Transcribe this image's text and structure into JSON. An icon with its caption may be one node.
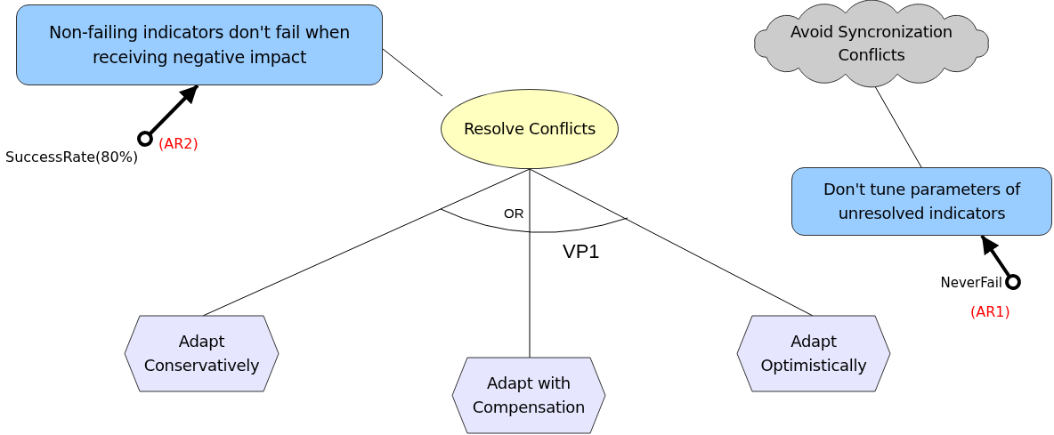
{
  "diagram": {
    "nodes": [
      {
        "text": [
          "Non-failing indicators don't fail when receiving negative impact"
        ]
      },
      {
        "text": [
          "Resolve Conflicts"
        ]
      },
      {
        "text": [
          "Avoid Syncronization Conflicts"
        ]
      },
      {
        "text": [
          "Don't tune parameters of unresolved indicators"
        ]
      },
      {
        "text": [
          "Adapt Conservatively"
        ]
      },
      {
        "text": [
          "Adapt with Compensation"
        ]
      },
      {
        "text": [
          "Adapt Optimistically"
        ]
      },
      {
        "text": [
          "SuccessRate(80%)"
        ],
        "beside": [
          "(AR2)"
        ]
      },
      {
        "text": [
          "NeverFail"
        ],
        "beside": [
          "(AR1)"
        ]
      }
    ],
    "edges": [
      {
        "from": 1,
        "to": 0,
        "arrow": "none"
      },
      {
        "from": 2,
        "to": 3,
        "arrow": "none"
      },
      {
        "from": 1,
        "to": 4,
        "arrow": "none"
      },
      {
        "from": 1,
        "to": 5,
        "arrow": "none"
      },
      {
        "from": 1,
        "to": 6,
        "arrow": "none"
      },
      {
        "from": 7,
        "to": 0,
        "arrow": "to",
        "style": "thick"
      },
      {
        "from": 8,
        "to": 3,
        "arrow": "to",
        "style": "thick"
      }
    ],
    "labels": [
      "OR",
      "VP1"
    ]
  }
}
